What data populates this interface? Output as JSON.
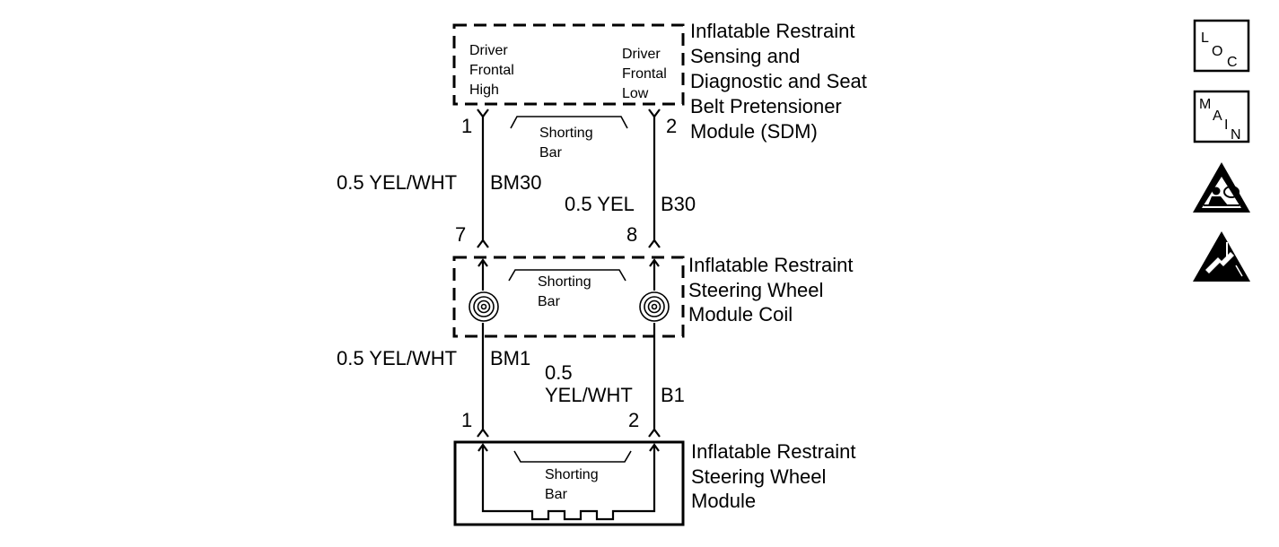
{
  "sdm": {
    "title_lines": [
      "Inflatable Restraint",
      "Sensing and",
      "Diagnostic and Seat",
      "Belt Pretensioner",
      "Module (SDM)"
    ],
    "left_label_lines": [
      "Driver",
      "Frontal",
      "High"
    ],
    "right_label_lines": [
      "Driver",
      "Frontal",
      "Low"
    ],
    "shorting_bar_lines": [
      "Shorting",
      "Bar"
    ],
    "pin_left": "1",
    "pin_right": "2"
  },
  "wire_upper_left": {
    "gauge_color": "0.5 YEL/WHT",
    "circuit": "BM30"
  },
  "wire_upper_right": {
    "gauge_color": "0.5 YEL",
    "circuit": "B30"
  },
  "coil": {
    "title_lines": [
      "Inflatable Restraint",
      "Steering Wheel",
      "Module Coil"
    ],
    "shorting_bar_lines": [
      "Shorting",
      "Bar"
    ],
    "pin_left_top": "7",
    "pin_right_top": "8"
  },
  "wire_lower_left": {
    "gauge_color": "0.5 YEL/WHT",
    "circuit": "BM1"
  },
  "wire_lower_right": {
    "gauge": "0.5",
    "color": "YEL/WHT",
    "circuit": "B1"
  },
  "module": {
    "title_lines": [
      "Inflatable Restraint",
      "Steering Wheel",
      "Module"
    ],
    "shorting_bar_lines": [
      "Shorting",
      "Bar"
    ],
    "pin_left": "1",
    "pin_right": "2"
  },
  "side_icons": [
    {
      "name": "loc-icon",
      "letters": [
        "L",
        "O",
        "C"
      ]
    },
    {
      "name": "main-icon",
      "letters": [
        "M",
        "A",
        "I",
        "N"
      ]
    },
    {
      "name": "airbag-warning-icon"
    },
    {
      "name": "esd-warning-icon"
    }
  ]
}
